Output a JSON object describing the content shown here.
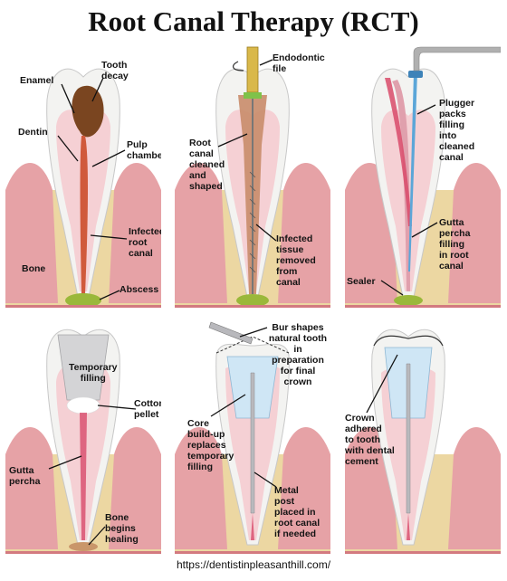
{
  "title": "Root Canal Therapy (RCT)",
  "panels": [
    {
      "labels": {
        "enamel": "Enamel",
        "tooth_decay": "Tooth\ndecay",
        "dentin": "Dentin",
        "pulp_chamber": "Pulp\nchamber",
        "infected_root_canal": "Infected\nroot\ncanal",
        "bone": "Bone",
        "abscess": "Abscess"
      }
    },
    {
      "labels": {
        "endodontic_file": "Endodontic\nfile",
        "root_canal_cleaned": "Root\ncanal\ncleaned\nand\nshaped",
        "infected_tissue_removed": "Infected\ntissue\nremoved\nfrom\ncanal"
      }
    },
    {
      "labels": {
        "plugger": "Plugger\npacks\nfilling\ninto\ncleaned\ncanal",
        "gutta_percha_filling": "Gutta\npercha\nfilling\nin root\ncanal",
        "sealer": "Sealer"
      }
    },
    {
      "labels": {
        "temporary_filling": "Temporary\nfilling",
        "cotton_pellet": "Cotton\npellet",
        "gutta_percha": "Gutta\npercha",
        "bone_healing": "Bone\nbegins\nhealing"
      }
    },
    {
      "labels": {
        "bur_shapes": "Bur shapes\nnatural tooth in\npreparation\nfor final\ncrown",
        "core_buildup": "Core\nbuild-up\nreplaces\ntemporary\nfilling",
        "metal_post": "Metal\npost\nplaced in\nroot canal\nif needed"
      }
    },
    {
      "labels": {
        "crown_adhered": "Crown\nadhered\nto tooth\nwith dental\ncement"
      }
    }
  ],
  "footer_url": "https://dentistinpleasanthill.com/",
  "colors": {
    "gum": "#e6a2a6",
    "bone": "#ecd7a2",
    "bone_dots": "#c9a966",
    "enamel": "#f3f3f1",
    "dentin": "#f5d0d4",
    "decay": "#7a4520",
    "pulp": "#d05a3c",
    "abscess": "#9ab83a",
    "gutta_percha": "#e0a0ad",
    "plugger": "#5ba6d8",
    "core": "#cfe6f5",
    "leader": "#111111"
  }
}
